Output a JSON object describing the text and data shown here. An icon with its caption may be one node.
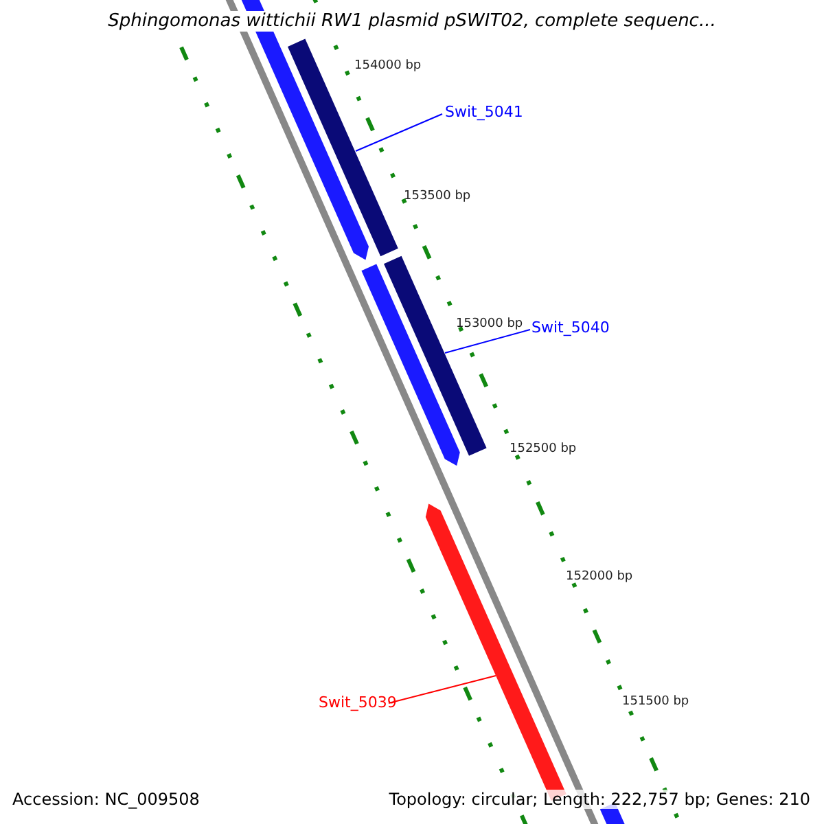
{
  "diagram": {
    "title": "Sphingomonas wittichii RW1 plasmid pSWIT02, complete sequenc...",
    "nodes": [
      {
        "text": [
          "Swit_5041"
        ]
      },
      {
        "text": [],
        "shape": "bar"
      },
      {
        "text": [
          "Swit_5040"
        ]
      },
      {
        "text": [],
        "shape": "bar"
      },
      {
        "text": [
          "Swit_5039"
        ]
      },
      {
        "text": [],
        "shape": "arrow"
      }
    ],
    "edges": [
      {
        "from": 0,
        "to": 1,
        "arrow": "none"
      },
      {
        "from": 2,
        "to": 3,
        "arrow": "none"
      },
      {
        "from": 4,
        "to": 5,
        "arrow": "none",
        "color": "#ff0000"
      }
    ],
    "labels": [
      "154000 bp",
      "153500 bp",
      "153000 bp",
      "152500 bp",
      "152000 bp",
      "151500 bp",
      "Accession: NC_009508",
      "Topology: circular; Length: 222,757 bp; Genes: 210"
    ]
  }
}
